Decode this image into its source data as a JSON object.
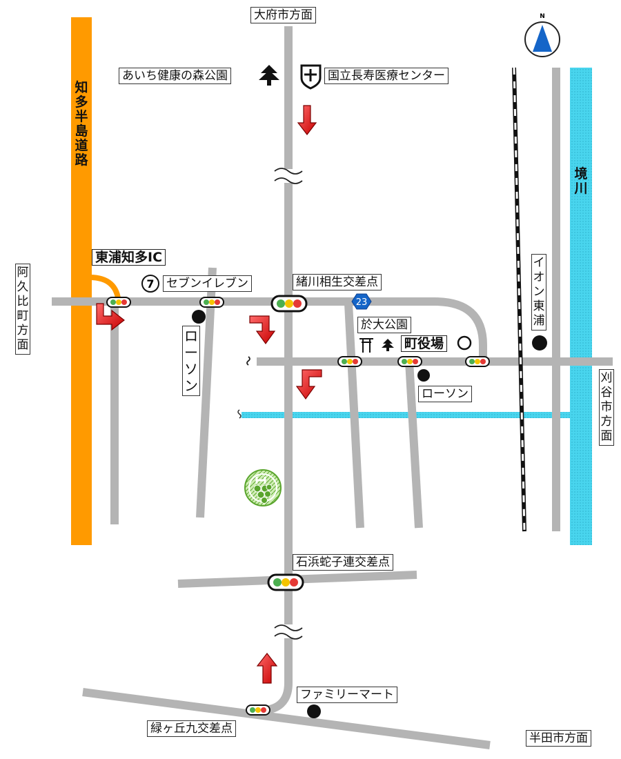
{
  "labels": {
    "obu_direction": "大府市方面",
    "park_forest": "あいち健康の森公園",
    "geriatrics_center": "国立長寿医療センター",
    "expressway": "知多半島道路",
    "sakai_river": "境川",
    "ic": "東浦知多IC",
    "seven_eleven": "セブンイレブン",
    "seven_mark": "7",
    "ogawa_intersection": "緒川相生交差点",
    "route_number": "23",
    "aguhi_direction": "阿久比町方面",
    "aeon": "イオン東浦",
    "odai_park": "於大公園",
    "town_hall": "町役場",
    "lawson_vertical": "ローソン",
    "lawson": "ローソン",
    "kariya_direction": "刈谷市方面",
    "ishihama_intersection": "石浜蛇子連交差点",
    "family_mart": "ファミリーマート",
    "midorigaoka_intersection": "緑ヶ丘九交差点",
    "handa_direction": "半田市方面"
  },
  "colors": {
    "road": "#b4b4b4",
    "expressway": "#ff9a00",
    "river": "#49d5ee",
    "arrow": "#e8141a",
    "north_badge": "#1565c8"
  },
  "icons": {
    "north": "north-arrow-icon",
    "park": "park-tree-icon",
    "hospital": "hospital-shield-icon",
    "shrine": "shrine-torii-icon",
    "destination": "destination-logo-icon"
  }
}
